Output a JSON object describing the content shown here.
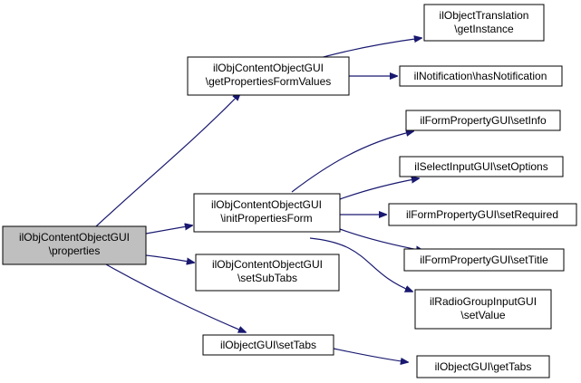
{
  "diagram": {
    "colors": {
      "edge": "#191970",
      "node_fill": "#ffffff",
      "root_fill": "#bfbfbf",
      "node_border": "#000000"
    },
    "nodes": [
      {
        "id": "root",
        "lines": [
          "ilObjContentObjectGUI",
          "\\properties"
        ],
        "root": true
      },
      {
        "id": "getPropsForm",
        "lines": [
          "ilObjContentObjectGUI",
          "\\getPropertiesFormValues"
        ]
      },
      {
        "id": "initPropsForm",
        "lines": [
          "ilObjContentObjectGUI",
          "\\initPropertiesForm"
        ]
      },
      {
        "id": "setSubTabs",
        "lines": [
          "ilObjContentObjectGUI",
          "\\setSubTabs"
        ]
      },
      {
        "id": "setTabs",
        "lines": [
          "ilObjectGUI\\setTabs"
        ]
      },
      {
        "id": "getInstance",
        "lines": [
          "ilObjectTranslation",
          "\\getInstance"
        ]
      },
      {
        "id": "hasNotification",
        "lines": [
          "ilNotification\\hasNotification"
        ]
      },
      {
        "id": "setInfo",
        "lines": [
          "ilFormPropertyGUI\\setInfo"
        ]
      },
      {
        "id": "setOptions",
        "lines": [
          "ilSelectInputGUI\\setOptions"
        ]
      },
      {
        "id": "setRequired",
        "lines": [
          "ilFormPropertyGUI\\setRequired"
        ]
      },
      {
        "id": "setTitle",
        "lines": [
          "ilFormPropertyGUI\\setTitle"
        ]
      },
      {
        "id": "setValue",
        "lines": [
          "ilRadioGroupInputGUI",
          "\\setValue"
        ]
      },
      {
        "id": "getTabs",
        "lines": [
          "ilObjectGUI\\getTabs"
        ]
      }
    ],
    "edges": [
      {
        "from": "root",
        "to": "getPropsForm"
      },
      {
        "from": "root",
        "to": "initPropsForm"
      },
      {
        "from": "root",
        "to": "setSubTabs"
      },
      {
        "from": "root",
        "to": "setTabs"
      },
      {
        "from": "getPropsForm",
        "to": "getInstance"
      },
      {
        "from": "getPropsForm",
        "to": "hasNotification"
      },
      {
        "from": "initPropsForm",
        "to": "setInfo"
      },
      {
        "from": "initPropsForm",
        "to": "setOptions"
      },
      {
        "from": "initPropsForm",
        "to": "setRequired"
      },
      {
        "from": "initPropsForm",
        "to": "setTitle"
      },
      {
        "from": "initPropsForm",
        "to": "setValue"
      },
      {
        "from": "setTabs",
        "to": "getTabs"
      }
    ]
  }
}
